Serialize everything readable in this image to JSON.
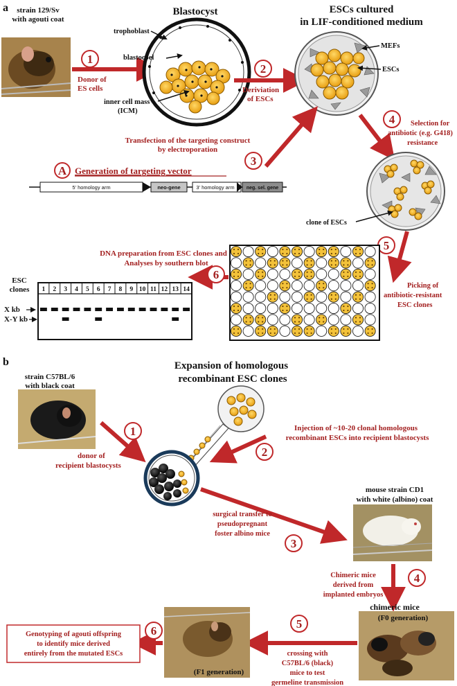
{
  "colors": {
    "accent_red": "#c0282a",
    "text_red": "#a32020",
    "cell_yellow": "#f2b01e",
    "black": "#111111"
  },
  "panel_a": {
    "label": "a",
    "mouse_donor": {
      "line1": "strain 129/Sv",
      "line2": "with agouti coat"
    },
    "blastocyst": {
      "title": "Blastocyst",
      "trophoblast": "trophoblast",
      "blastocoel": "blastocoel",
      "icm_line1": "inner cell mass",
      "icm_line2": "(ICM)"
    },
    "esc_culture": {
      "title1": "ESCs cultured",
      "title2": "in LIF-conditioned medium",
      "mefs": "MEFs",
      "escs": "ESCs"
    },
    "step1": {
      "num": "1",
      "line1": "Donor of",
      "line2": "ES cells"
    },
    "step2": {
      "num": "2",
      "line1": "Deriviation",
      "line2": "of ESCs"
    },
    "step3": {
      "num": "3",
      "line1": "Transfection of the targeting construct",
      "line2": "by electroporation"
    },
    "step4": {
      "num": "4",
      "line1": "Selection for",
      "line2": "antibiotic (e.g. G418)",
      "line3": "resistance"
    },
    "step5": {
      "num": "5",
      "line1": "Picking of",
      "line2": "antibiotic-resistant",
      "line3": "ESC clones"
    },
    "step6": {
      "num": "6",
      "line1": "DNA preparation from ESC clones and",
      "line2": "Analyses by southern blot"
    },
    "stepA": {
      "num": "A",
      "label": "Generation of targeting vector"
    },
    "vector": {
      "arm5": "5' homology arm",
      "neo": "neo-gene",
      "arm3": "3' homology arm",
      "neg": "neg. sel. gene"
    },
    "clone_label": "clone of ESCs",
    "blot": {
      "title1": "ESC",
      "title2": "clones",
      "lanes": [
        "1",
        "2",
        "3",
        "4",
        "5",
        "6",
        "7",
        "8",
        "9",
        "10",
        "11",
        "12",
        "13",
        "14"
      ],
      "band_x": "X kb",
      "band_xy": "X-Y kb",
      "xy_lanes": [
        3,
        6,
        13
      ]
    }
  },
  "panel_b": {
    "label": "b",
    "title1": "Expansion of homologous",
    "title2": "recombinant ESC clones",
    "mouse_c57": {
      "line1": "strain C57BL/6",
      "line2": "with black coat"
    },
    "step1": {
      "num": "1",
      "line1": "donor of",
      "line2": "recipient blastocysts"
    },
    "step2": {
      "num": "2",
      "line1": "Injection of ~10-20 clonal homologous",
      "line2": "recombinant ESCs into recipient blastocysts"
    },
    "mouse_cd1": {
      "line1": "mouse strain CD1",
      "line2": "with white (albino) coat"
    },
    "step3": {
      "num": "3",
      "line1": "surgical transfer to",
      "line2": "pseudopregnant",
      "line3": "foster albino mice"
    },
    "step4": {
      "num": "4",
      "line1": "Chimeric mice",
      "line2": "derived from",
      "line3": "implanted embryos"
    },
    "chimeric": {
      "label": "chimeric  mice",
      "generation": "(F0 generation)"
    },
    "step5": {
      "num": "5",
      "line1": "crossing with",
      "line2": "C57BL/6 (black)",
      "line3": "mice to test",
      "line4": "germeline transmission"
    },
    "f1_generation": "(F1 generation)",
    "step6": {
      "num": "6"
    },
    "genotyping": {
      "line1": "Genotyping of agouti offspring",
      "line2": "to identify mice derived",
      "line3": "entirely from the mutated ESCs"
    }
  }
}
